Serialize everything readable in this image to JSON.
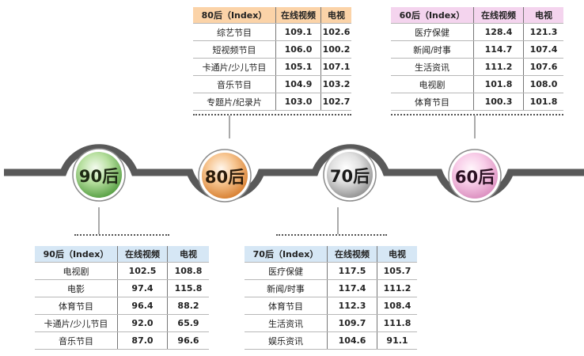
{
  "generations": [
    {
      "id": "90",
      "label": "90后",
      "color": "#7ec26a",
      "table": {
        "header": [
          "90后（Index）",
          "在线视频",
          "电视"
        ],
        "header_bg": "#d6e7f5",
        "rows": [
          [
            "电视剧",
            "102.5",
            "108.8"
          ],
          [
            "电影",
            "97.4",
            "115.8"
          ],
          [
            "体育节目",
            "96.4",
            "88.2"
          ],
          [
            "卡通片/少儿节目",
            "92.0",
            "65.9"
          ],
          [
            "音乐节目",
            "87.0",
            "96.6"
          ]
        ]
      }
    },
    {
      "id": "80",
      "label": "80后",
      "color": "#f2a25a",
      "table": {
        "header": [
          "80后（Index）",
          "在线视频",
          "电视"
        ],
        "header_bg": "#fbd3a8",
        "rows": [
          [
            "综艺节目",
            "109.1",
            "102.6"
          ],
          [
            "短视频节目",
            "106.0",
            "100.2"
          ],
          [
            "卡通片/少儿节目",
            "105.1",
            "107.1"
          ],
          [
            "音乐节目",
            "104.9",
            "103.2"
          ],
          [
            "专题片/纪录片",
            "103.0",
            "102.7"
          ]
        ]
      }
    },
    {
      "id": "70",
      "label": "70后",
      "color": "#bdbdbd",
      "table": {
        "header": [
          "70后（Index）",
          "在线视频",
          "电视"
        ],
        "header_bg": "#d6e7f5",
        "rows": [
          [
            "医疗保健",
            "117.5",
            "105.7"
          ],
          [
            "新闻/时事",
            "117.4",
            "111.2"
          ],
          [
            "体育节目",
            "112.3",
            "108.4"
          ],
          [
            "生活资讯",
            "109.7",
            "111.8"
          ],
          [
            "娱乐资讯",
            "104.6",
            "91.1"
          ]
        ]
      }
    },
    {
      "id": "60",
      "label": "60后",
      "color": "#f3b6dc",
      "table": {
        "header": [
          "60后（Index）",
          "在线视频",
          "电视"
        ],
        "header_bg": "#f4d4ee",
        "rows": [
          [
            "医疗保健",
            "128.4",
            "121.3"
          ],
          [
            "新闻/时事",
            "114.7",
            "107.4"
          ],
          [
            "生活资讯",
            "111.2",
            "107.6"
          ],
          [
            "电视剧",
            "101.8",
            "108.0"
          ],
          [
            "体育节目",
            "100.3",
            "101.8"
          ]
        ]
      }
    }
  ]
}
